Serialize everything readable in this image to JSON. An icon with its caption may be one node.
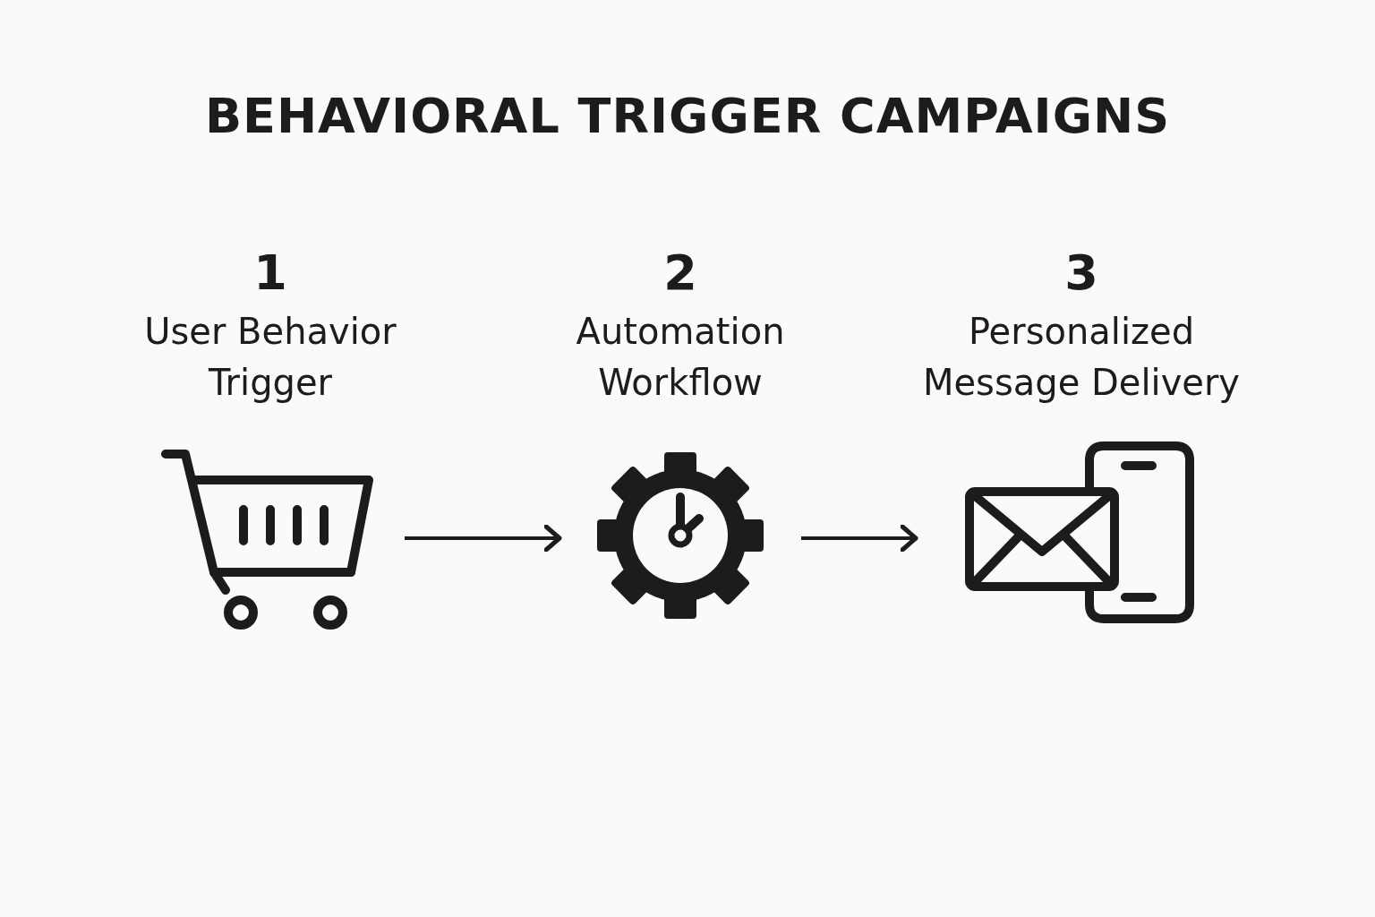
{
  "diagram": {
    "title": "BEHAVIORAL TRIGGER CAMPAIGNS",
    "nodes": [
      {
        "text": [
          "1",
          "User Behavior Trigger"
        ]
      },
      {
        "text": [
          "2",
          "Automation Workflow"
        ]
      },
      {
        "text": [
          "3",
          "Personalized Message Delivery"
        ]
      }
    ],
    "edges": [
      {
        "from": 0,
        "to": 1,
        "arrow": "to"
      },
      {
        "from": 1,
        "to": 2,
        "arrow": "to"
      }
    ]
  }
}
